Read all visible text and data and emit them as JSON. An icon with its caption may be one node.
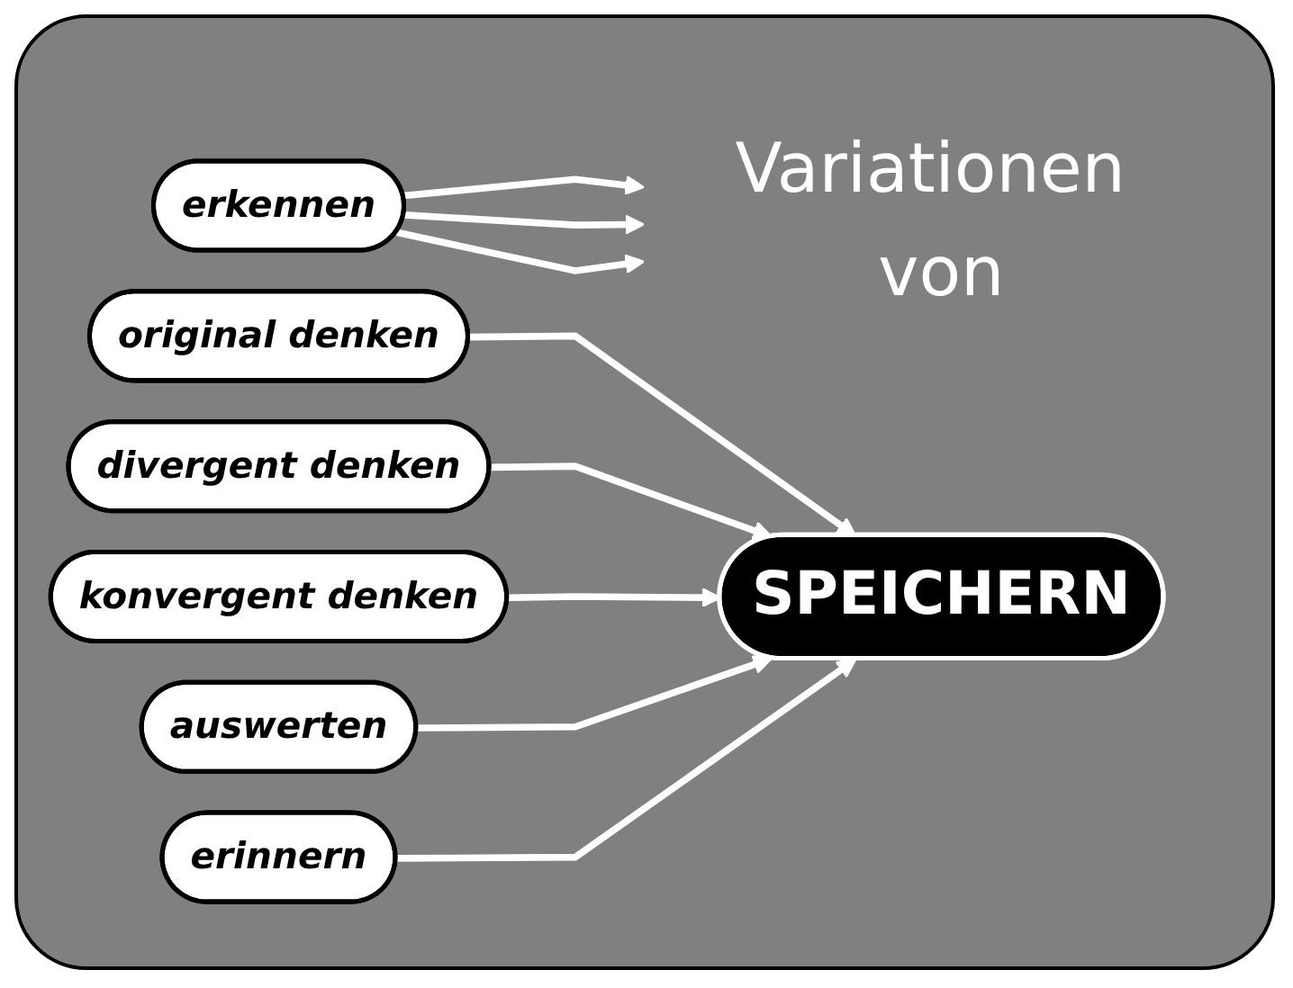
{
  "diagram": {
    "nodes": [
      {
        "text": [
          "erkennen"
        ]
      },
      {
        "text": [
          "Variationen von"
        ]
      },
      {
        "text": [
          "original denken"
        ]
      },
      {
        "text": [
          "divergent denken"
        ]
      },
      {
        "text": [
          "konvergent denken"
        ]
      },
      {
        "text": [
          "auswerten"
        ]
      },
      {
        "text": [
          "erinnern"
        ]
      },
      {
        "text": [
          "SPEICHERN"
        ]
      }
    ],
    "edges": [
      {
        "from": 0,
        "to": 1,
        "arrow": "to"
      },
      {
        "from": 0,
        "to": 1,
        "arrow": "to"
      },
      {
        "from": 0,
        "to": 1,
        "arrow": "to"
      },
      {
        "from": 2,
        "to": 7,
        "arrow": "to"
      },
      {
        "from": 3,
        "to": 7,
        "arrow": "to"
      },
      {
        "from": 4,
        "to": 7,
        "arrow": "to"
      },
      {
        "from": 5,
        "to": 7,
        "arrow": "to"
      },
      {
        "from": 6,
        "to": 7,
        "arrow": "to"
      }
    ]
  }
}
